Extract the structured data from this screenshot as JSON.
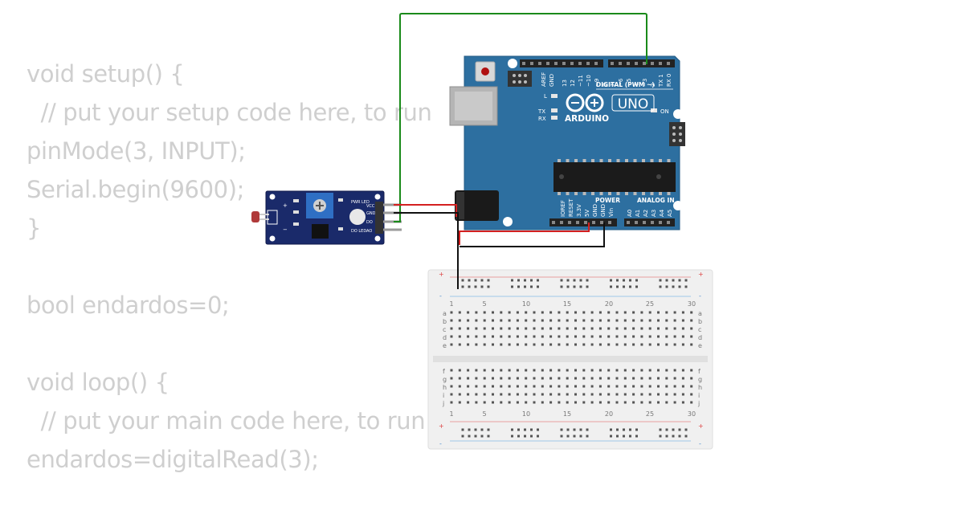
{
  "code_lines": [
    "void setup() {",
    "  // put your setup code here, to run",
    "pinMode(3, INPUT);",
    "Serial.begin(9600);",
    "}",
    "",
    "bool endardos=0;",
    "",
    "void loop() {",
    "  // put your main code here, to run",
    "endardos=digitalRead(3);"
  ],
  "arduino": {
    "logo": "∞",
    "model": "UNO",
    "brand": "ARDUINO",
    "digital_label": "DIGITAL (PWM ~)",
    "power_label": "POWER",
    "analog_label": "ANALOG IN",
    "on_label": "ON",
    "l_label": "L",
    "tx_label": "TX",
    "rx_label": "RX",
    "aref_label": "AREF",
    "gnd_label": "GND",
    "digital_pins": [
      "13",
      "12",
      "~11",
      "~10",
      "~9",
      "8",
      "7",
      "~6",
      "~5",
      "4",
      "~3",
      "2",
      "TX 1",
      "RX 0"
    ],
    "power_pins": [
      "IOREF",
      "RESET",
      "3.3V",
      "5V",
      "GND",
      "GND",
      "Vin"
    ],
    "analog_pins": [
      "A0",
      "A1",
      "A2",
      "A3",
      "A4",
      "A5"
    ]
  },
  "sensor": {
    "pin_labels": [
      "VCC",
      "GND",
      "DO",
      "AO"
    ],
    "pwr_led_label": "PWR LED",
    "do_led_label": "DO LED",
    "plus": "+",
    "minus": "−"
  },
  "breadboard": {
    "col_numbers": [
      "1",
      "5",
      "10",
      "15",
      "20",
      "25",
      "30"
    ],
    "rows_top": [
      "a",
      "b",
      "c",
      "d",
      "e"
    ],
    "rows_bottom": [
      "f",
      "g",
      "h",
      "i",
      "j"
    ],
    "plus": "+",
    "minus": "-"
  },
  "colors": {
    "board_blue": "#2d6fa0",
    "wire_green": "#1a8a1a",
    "wire_red": "#d42020",
    "wire_black": "#111111",
    "code_gray": "#cfcfcf"
  }
}
